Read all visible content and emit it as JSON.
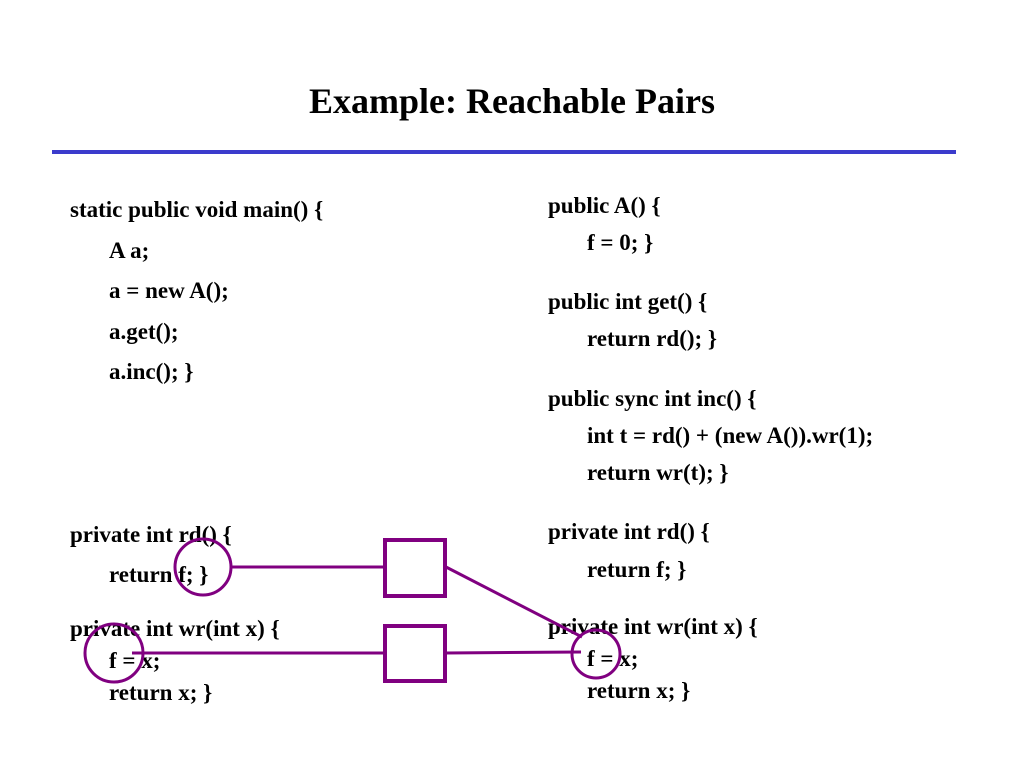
{
  "title": "Example: Reachable Pairs",
  "colors": {
    "rule": "#3b3bcc",
    "annotation": "#800080"
  },
  "left": {
    "main": {
      "header": "static public void main() {",
      "lines": [
        "A a;",
        "a = new A();",
        "a.get();",
        "a.inc(); }"
      ]
    },
    "rd": {
      "header": "private int rd() {",
      "line": "return f; }"
    },
    "wr": {
      "header": "private int wr(int x) {",
      "lines": [
        "f = x;",
        "return x; }"
      ]
    }
  },
  "right": {
    "ctor": {
      "header": "public A() {",
      "line": "f = 0; }"
    },
    "get": {
      "header": "public int get() {",
      "line": "return rd(); }"
    },
    "inc": {
      "header": "public sync int inc() {",
      "lines": [
        "int t = rd() + (new A()).wr(1);",
        "return wr(t); }"
      ]
    },
    "rd": {
      "header": "private int rd() {",
      "line": "return f; }"
    },
    "wr": {
      "header": "private int wr(int x) {",
      "lines": [
        "f = x;",
        "return x; }"
      ]
    }
  }
}
